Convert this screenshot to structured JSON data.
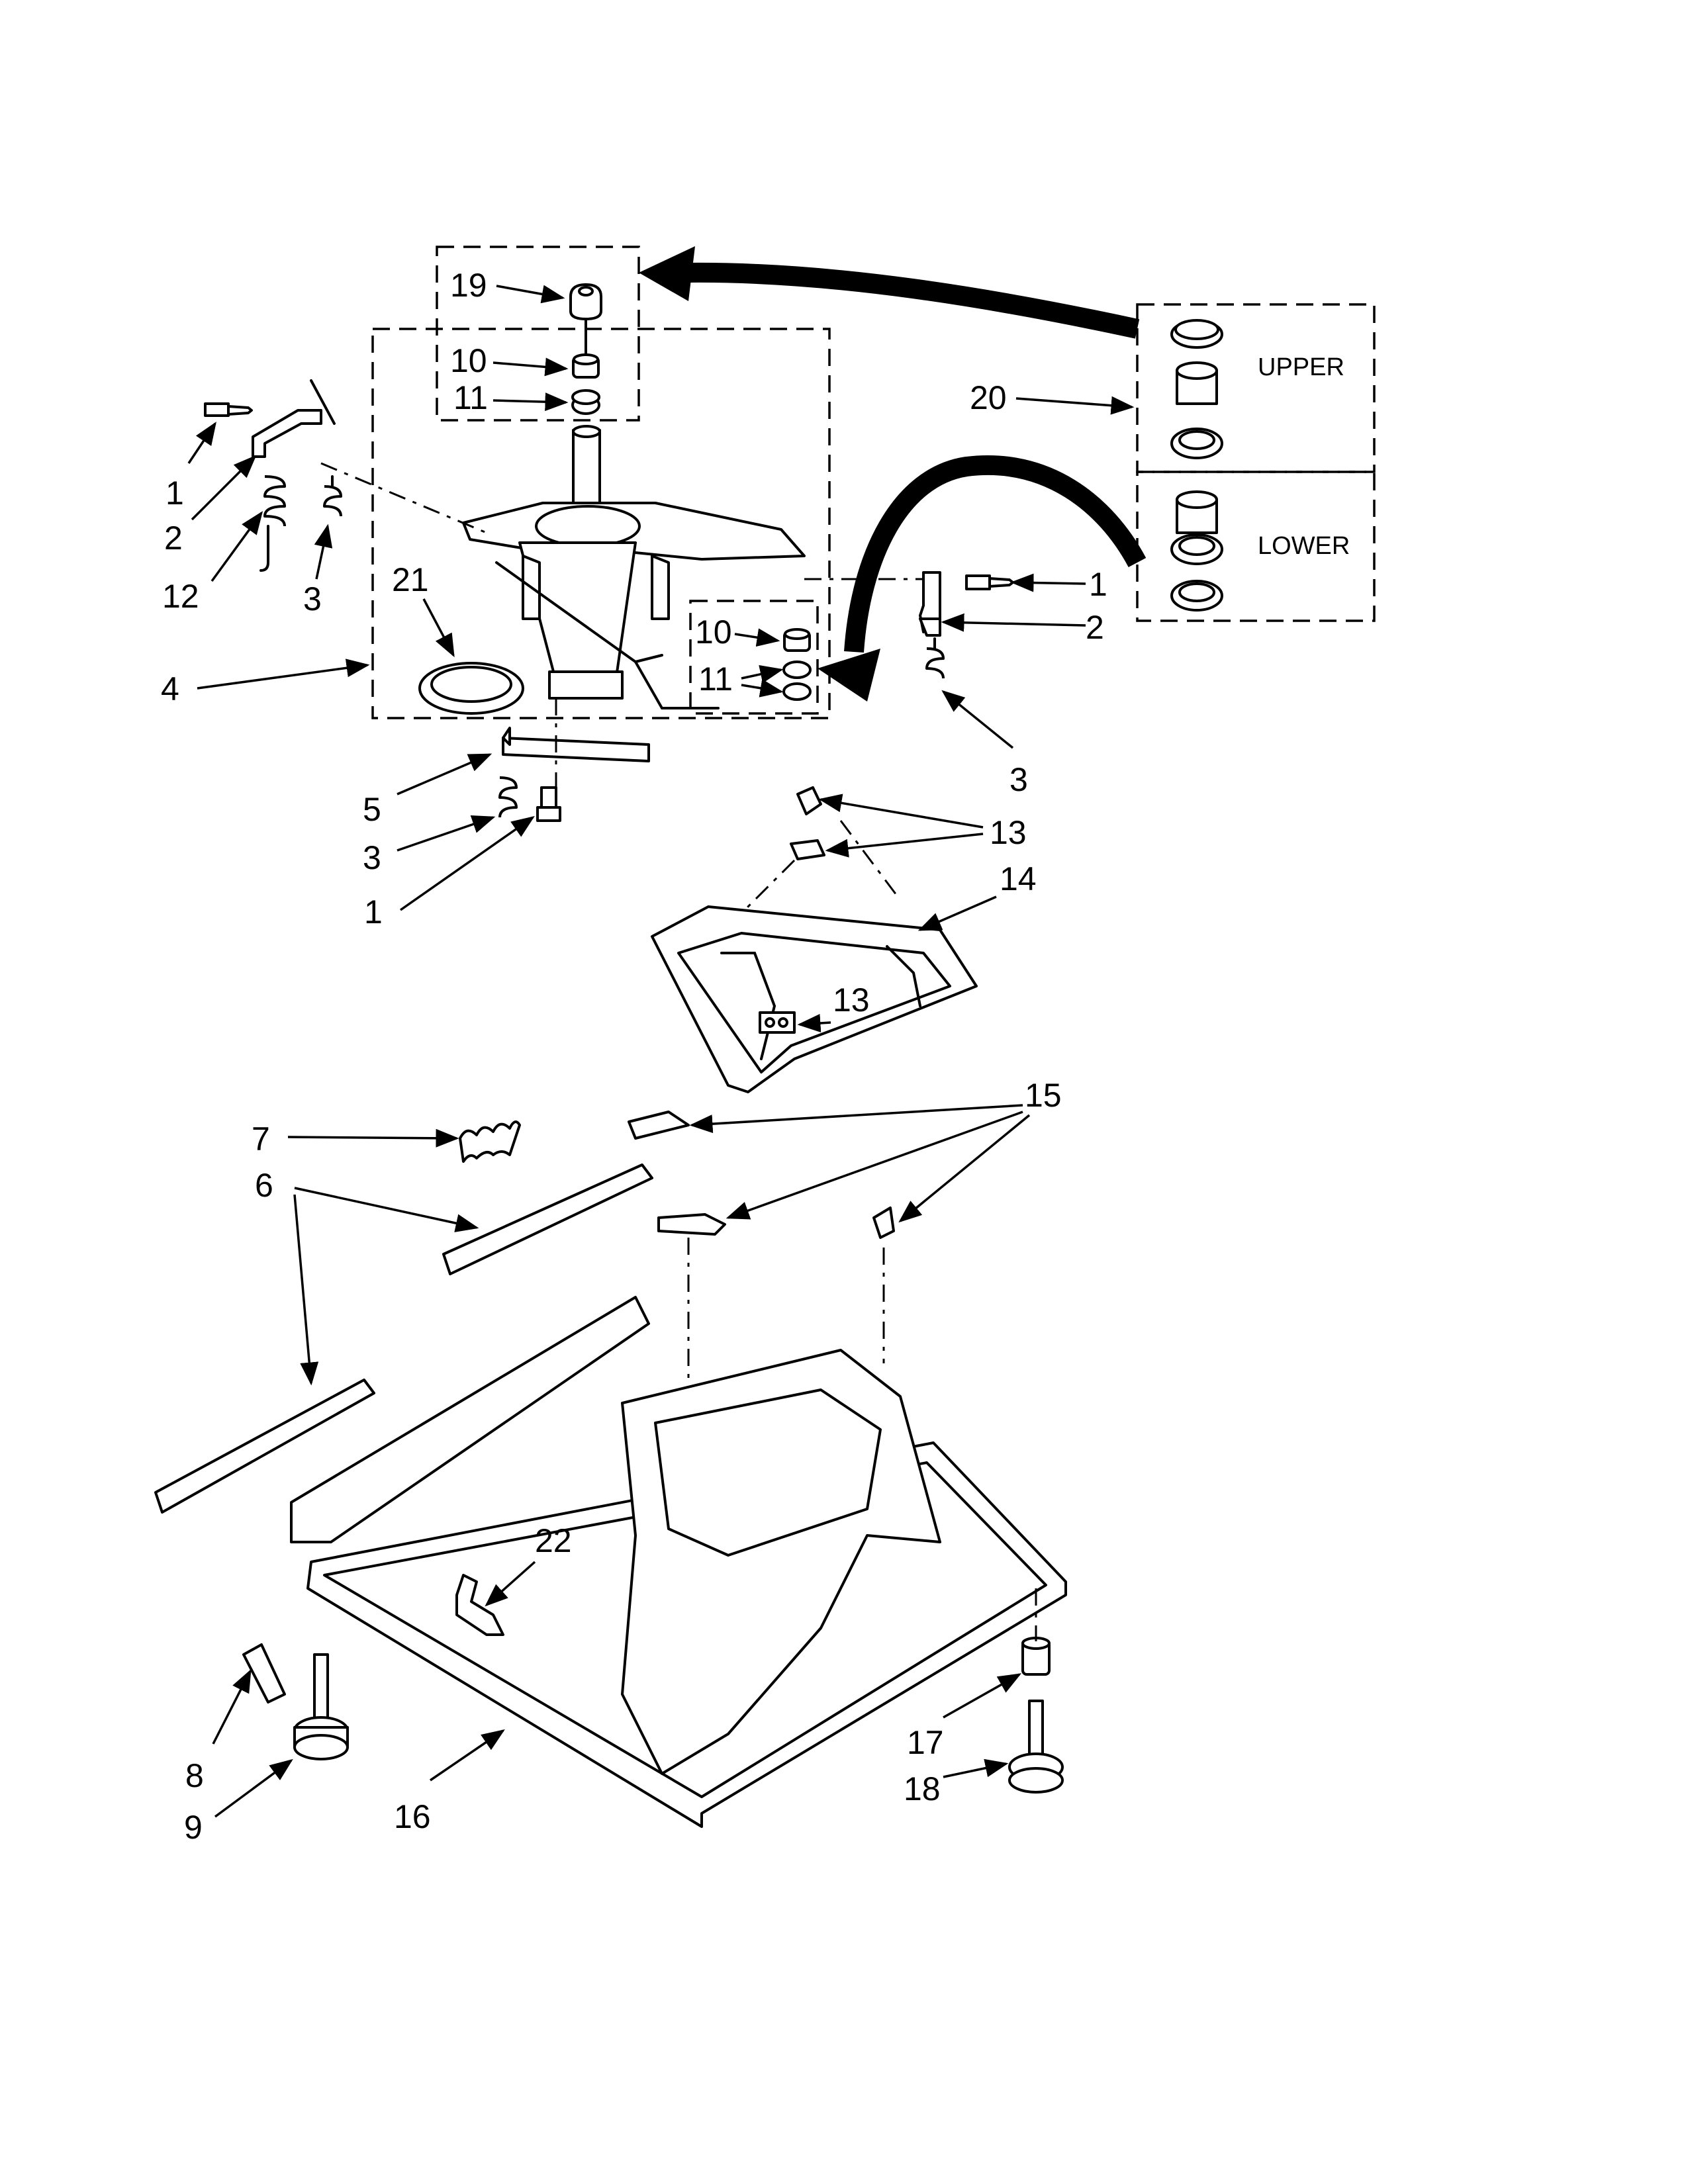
{
  "labels": {
    "p1": "1",
    "p2": "2",
    "p3": "3",
    "p4": "4",
    "p5": "5",
    "p6": "6",
    "p7": "7",
    "p8": "8",
    "p9": "9",
    "p10": "10",
    "p11": "11",
    "p12": "12",
    "p13": "13",
    "p14": "14",
    "p15": "15",
    "p16": "16",
    "p17": "17",
    "p18": "18",
    "p19": "19",
    "p20": "20",
    "p21": "21",
    "p22": "22"
  },
  "bearing_kit": {
    "upper": "UPPER",
    "lower": "LOWER"
  }
}
